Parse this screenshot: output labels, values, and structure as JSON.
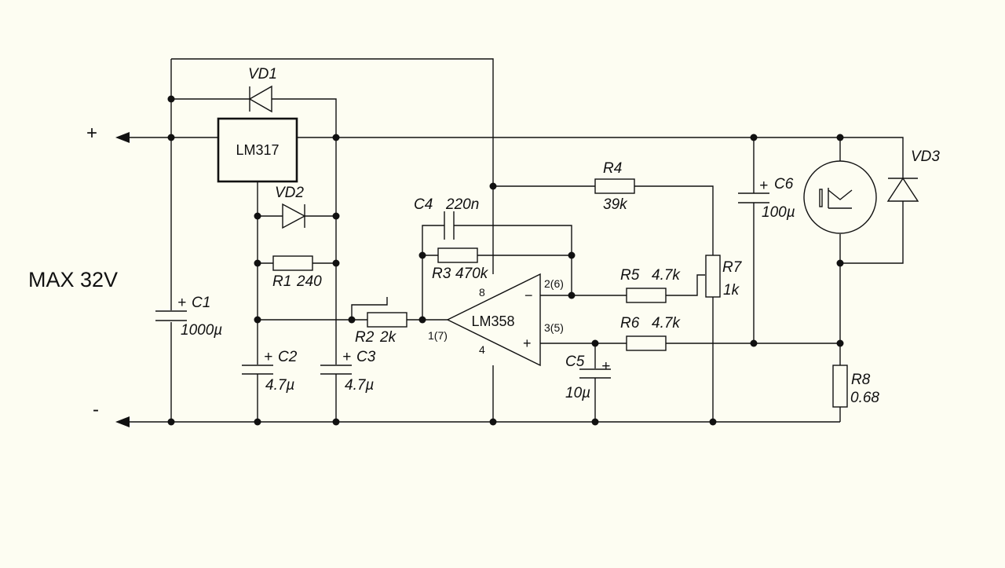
{
  "supply": {
    "max_voltage": "MAX 32V",
    "plus": "+",
    "minus": "-"
  },
  "ics": {
    "regulator": "LM317",
    "opamp": "LM358"
  },
  "opamp_pins": {
    "out": "1(7)",
    "inv": "2(6)",
    "noninv": "3(5)",
    "vcc": "8",
    "gnd": "4",
    "minus_sign": "−",
    "plus_sign": "+"
  },
  "components": {
    "VD1": {
      "ref": "VD1"
    },
    "VD2": {
      "ref": "VD2"
    },
    "VD3": {
      "ref": "VD3"
    },
    "R1": {
      "ref": "R1",
      "value": "240"
    },
    "R2": {
      "ref": "R2",
      "value": "2k"
    },
    "R3": {
      "ref": "R3",
      "value": "470k"
    },
    "R4": {
      "ref": "R4",
      "value": "39k"
    },
    "R5": {
      "ref": "R5",
      "value": "4.7k"
    },
    "R6": {
      "ref": "R6",
      "value": "4.7k"
    },
    "R7": {
      "ref": "R7",
      "value": "1k"
    },
    "R8": {
      "ref": "R8",
      "value": "0.68"
    },
    "C1": {
      "ref": "C1",
      "value": "1000µ",
      "polarity": "+"
    },
    "C2": {
      "ref": "C2",
      "value": "4.7µ",
      "polarity": "+"
    },
    "C3": {
      "ref": "C3",
      "value": "4.7µ",
      "polarity": "+"
    },
    "C4": {
      "ref": "C4",
      "value": "220n"
    },
    "C5": {
      "ref": "C5",
      "value": "10µ",
      "polarity": "+"
    },
    "C6": {
      "ref": "C6",
      "value": "100µ",
      "polarity": "+"
    }
  },
  "colors": {
    "background": "#fdfdf2",
    "ink": "#111111"
  }
}
